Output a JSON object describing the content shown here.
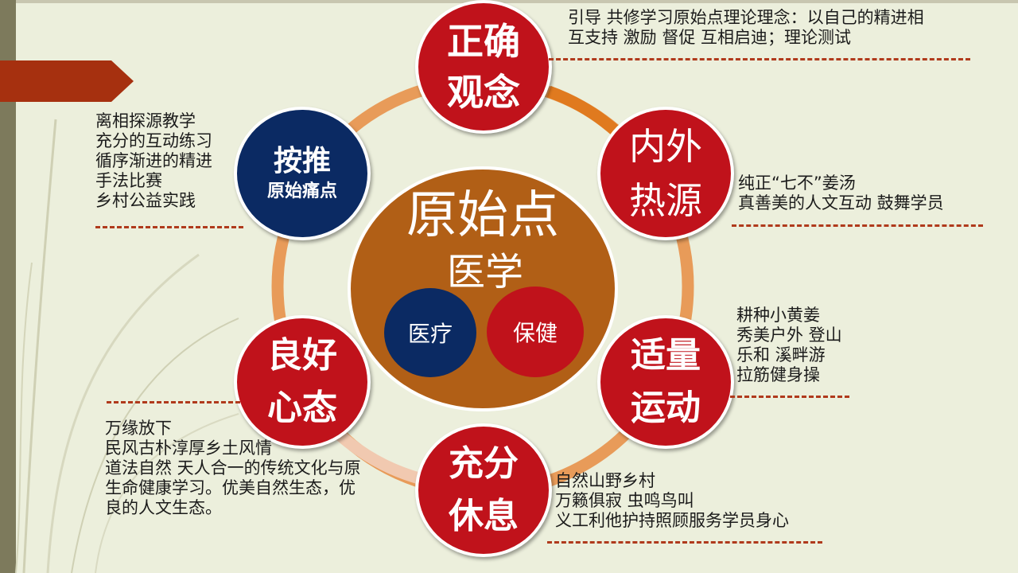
{
  "center": {
    "title": "原始点",
    "subtitle": "医学",
    "left_badge": "医疗",
    "right_badge": "保健"
  },
  "nodes": {
    "top": {
      "line1": "正确",
      "line2": "观念"
    },
    "top_right": {
      "line1": "内外",
      "line2": "热源"
    },
    "bottom_right": {
      "line1": "适量",
      "line2": "运动"
    },
    "bottom": {
      "line1": "充分",
      "line2": "休息"
    },
    "bottom_left": {
      "line1": "良好",
      "line2": "心态"
    },
    "top_left": {
      "line1": "按推",
      "line2": "原始痛点"
    }
  },
  "notes": {
    "top": [
      "引导 共修学习原始点理论理念：以自己的精进相",
      "互支持 激励 督促 互相启迪；理论测试"
    ],
    "top_right": [
      "纯正“七不”姜汤",
      "真善美的人文互动 鼓舞学员"
    ],
    "bottom_right": [
      "耕种小黄姜",
      "秀美户外 登山",
      "乐和 溪畔游",
      "拉筋健身操"
    ],
    "bottom": [
      "自然山野乡村",
      "万籁俱寂 虫鸣鸟叫",
      "义工利他护持照顾服务学员身心"
    ],
    "bottom_left": [
      "万缘放下",
      "民风古朴淳厚乡土风情",
      "道法自然 天人合一的传统文化与原",
      "生命健康学习。优美自然生态，优",
      "良的人文生态。"
    ],
    "top_left": [
      "离相探源教学",
      "充分的互动练习",
      "循序渐进的精进",
      "手法比赛",
      "乡村公益实践"
    ]
  },
  "colors": {
    "node_red": "#c0121b",
    "node_navy": "#0b2a63",
    "center_brown": "#b15f16",
    "ring_orange": "#e8914a",
    "dash_red": "#b03a1c",
    "accent_tab": "#a6300f"
  }
}
